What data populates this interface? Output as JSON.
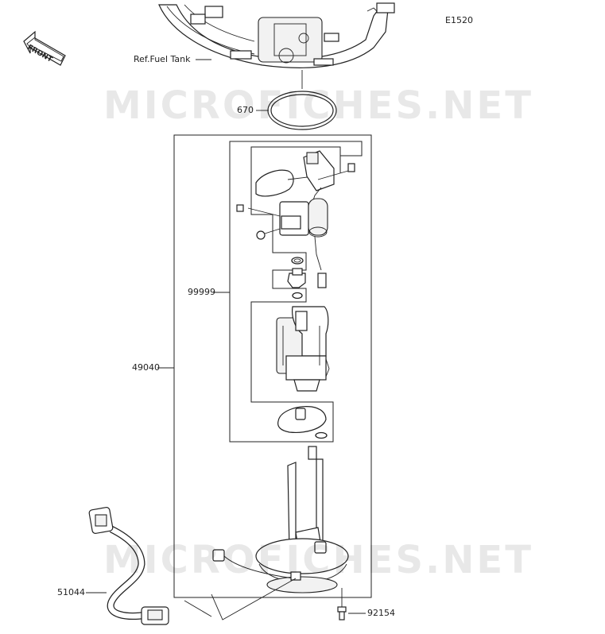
{
  "diagram_code": "E1520",
  "front_label": "FRONT",
  "ref_label": "Ref.Fuel Tank",
  "watermark": "MICROFICHES.NET",
  "parts": [
    {
      "number": "670"
    },
    {
      "number": "99999"
    },
    {
      "number": "49040"
    },
    {
      "number": "51044"
    },
    {
      "number": "92154"
    }
  ]
}
